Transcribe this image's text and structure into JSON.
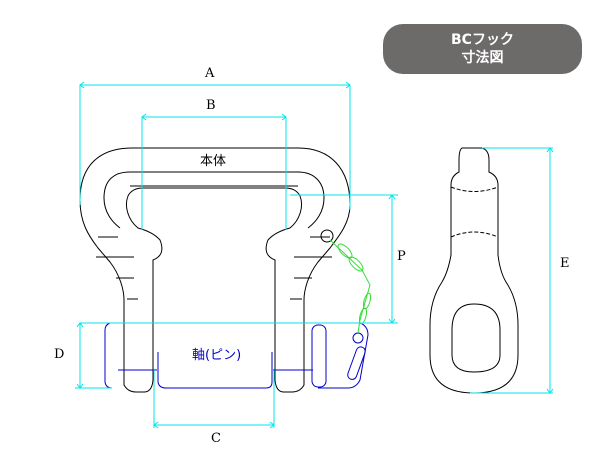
{
  "badge": {
    "line1": "BCフック",
    "line2": "寸法図"
  },
  "dimensions": {
    "A": "A",
    "B": "B",
    "C": "C",
    "D": "D",
    "E": "E",
    "P": "P"
  },
  "parts": {
    "body": "本体",
    "pin": "軸(ピン)"
  },
  "colors": {
    "dimension": "#00e5ee",
    "body": "#000000",
    "pin": "#0000cc",
    "chain": "#33dd33",
    "badge": "#6d6a6a"
  }
}
